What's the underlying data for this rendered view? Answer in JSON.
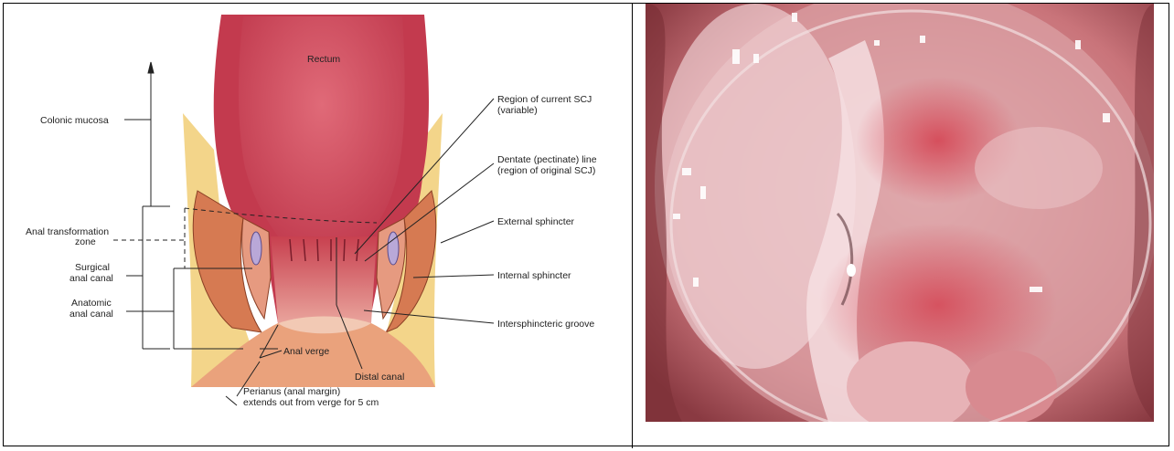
{
  "diagram": {
    "organ_label": "Rectum",
    "labels": {
      "colonic_mucosa": "Colonic mucosa",
      "anal_transformation_zone_1": "Anal transformation",
      "anal_transformation_zone_2": "zone",
      "surgical_anal_canal_1": "Surgical",
      "surgical_anal_canal_2": "anal canal",
      "anatomic_anal_canal_1": "Anatomic",
      "anatomic_anal_canal_2": "anal canal",
      "scj_1": "Region of current SCJ",
      "scj_2": "(variable)",
      "dentate_1": "Dentate (pectinate) line",
      "dentate_2": "(region of original SCJ)",
      "external_sphincter": "External sphincter",
      "internal_sphincter": "Internal sphincter",
      "intersphincteric_groove": "Intersphincteric groove",
      "anal_verge": "Anal verge",
      "distal_canal": "Distal canal",
      "perianus_1": "Perianus (anal margin)",
      "perianus_2": "extends out from verge for 5 cm"
    }
  },
  "photo": {
    "colors": {
      "mucosa": "#c9747a",
      "highlight": "#f5e6e8",
      "dark": "#5a3438"
    }
  }
}
